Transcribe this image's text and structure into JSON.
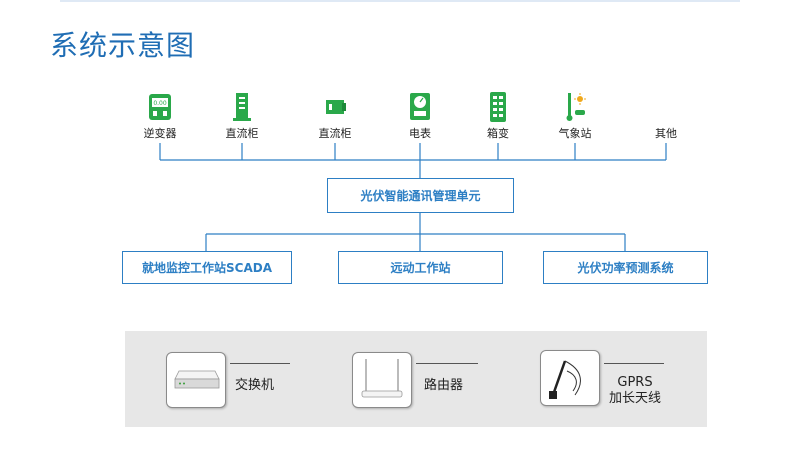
{
  "page_title": "系统示意图",
  "devices": [
    {
      "label": "逆变器",
      "icon": "inverter-icon"
    },
    {
      "label": "直流柜",
      "icon": "dc-cabinet-icon"
    },
    {
      "label": "直流柜",
      "icon": "dc-combiner-icon"
    },
    {
      "label": "电表",
      "icon": "meter-icon"
    },
    {
      "label": "箱变",
      "icon": "box-transformer-icon"
    },
    {
      "label": "气象站",
      "icon": "weather-station-icon"
    },
    {
      "label": "其他",
      "icon": ""
    }
  ],
  "central_unit": "光伏智能通讯管理单元",
  "lower_boxes": [
    "就地监控工作站SCADA",
    "远动工作站",
    "光伏功率预测系统"
  ],
  "equipment": [
    {
      "label": "交换机",
      "icon": "switch-icon"
    },
    {
      "label": "路由器",
      "icon": "router-icon"
    },
    {
      "label_line1": "GPRS",
      "label_line2": "加长天线",
      "icon": "antenna-icon"
    }
  ],
  "colors": {
    "title": "#1f6db4",
    "accent": "#2d7fc4",
    "icon_green": "#2aa84a",
    "panel_bg": "#e7e7e7"
  }
}
